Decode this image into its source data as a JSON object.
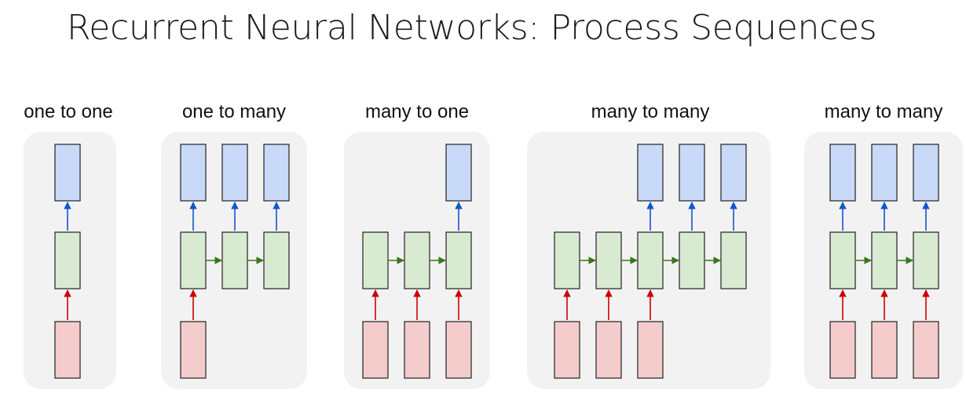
{
  "title": "Recurrent Neural Networks: Process Sequences",
  "colors": {
    "panel_bg": "#f2f2f2",
    "input_fill": "#f4cccc",
    "hidden_fill": "#d9ead3",
    "output_fill": "#c9daf8",
    "box_stroke": "#222222",
    "input_arrow": "#cc0000",
    "hidden_arrow": "#38761d",
    "output_arrow": "#1155cc"
  },
  "panels": [
    {
      "label": "one to one",
      "steps": 1,
      "inputs": [
        0
      ],
      "outputs": [
        0
      ]
    },
    {
      "label": "one to many",
      "steps": 3,
      "inputs": [
        0
      ],
      "outputs": [
        0,
        1,
        2
      ]
    },
    {
      "label": "many to one",
      "steps": 3,
      "inputs": [
        0,
        1,
        2
      ],
      "outputs": [
        2
      ]
    },
    {
      "label": "many to many",
      "steps": 5,
      "inputs": [
        0,
        1,
        2
      ],
      "outputs": [
        2,
        3,
        4
      ]
    },
    {
      "label": "many to many",
      "steps": 3,
      "inputs": [
        0,
        1,
        2
      ],
      "outputs": [
        0,
        1,
        2
      ]
    }
  ]
}
